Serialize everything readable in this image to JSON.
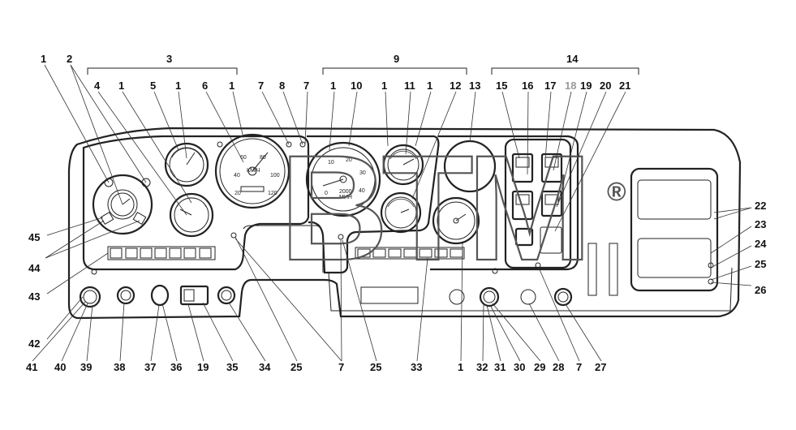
{
  "labels": {
    "top": [
      "1",
      "2",
      "3",
      "4",
      "1",
      "5",
      "1",
      "6",
      "1",
      "7",
      "8",
      "7",
      "9",
      "1",
      "10",
      "1",
      "11",
      "1",
      "12",
      "13",
      "14",
      "15",
      "16",
      "17",
      "18",
      "19",
      "20",
      "21"
    ],
    "left": [
      "45",
      "44",
      "43",
      "42"
    ],
    "right": [
      "22",
      "23",
      "24",
      "25",
      "26"
    ],
    "bottom": [
      "41",
      "40",
      "39",
      "38",
      "37",
      "36",
      "19",
      "35",
      "34",
      "25",
      "7",
      "25",
      "33",
      "1",
      "32",
      "31",
      "30",
      "29",
      "28",
      "7",
      "27"
    ]
  },
  "watermark": {
    "text": "BTM",
    "mark": "®"
  },
  "gauge_text": {
    "tacho_unit": "x100\nОБ/МИН",
    "speedo_unit": "КМ/Ч",
    "tacho_small": "МИН"
  },
  "colors": {
    "line": "#222222",
    "label": "#111111",
    "label_muted": "#9a9a9a",
    "watermark": "#555555"
  }
}
